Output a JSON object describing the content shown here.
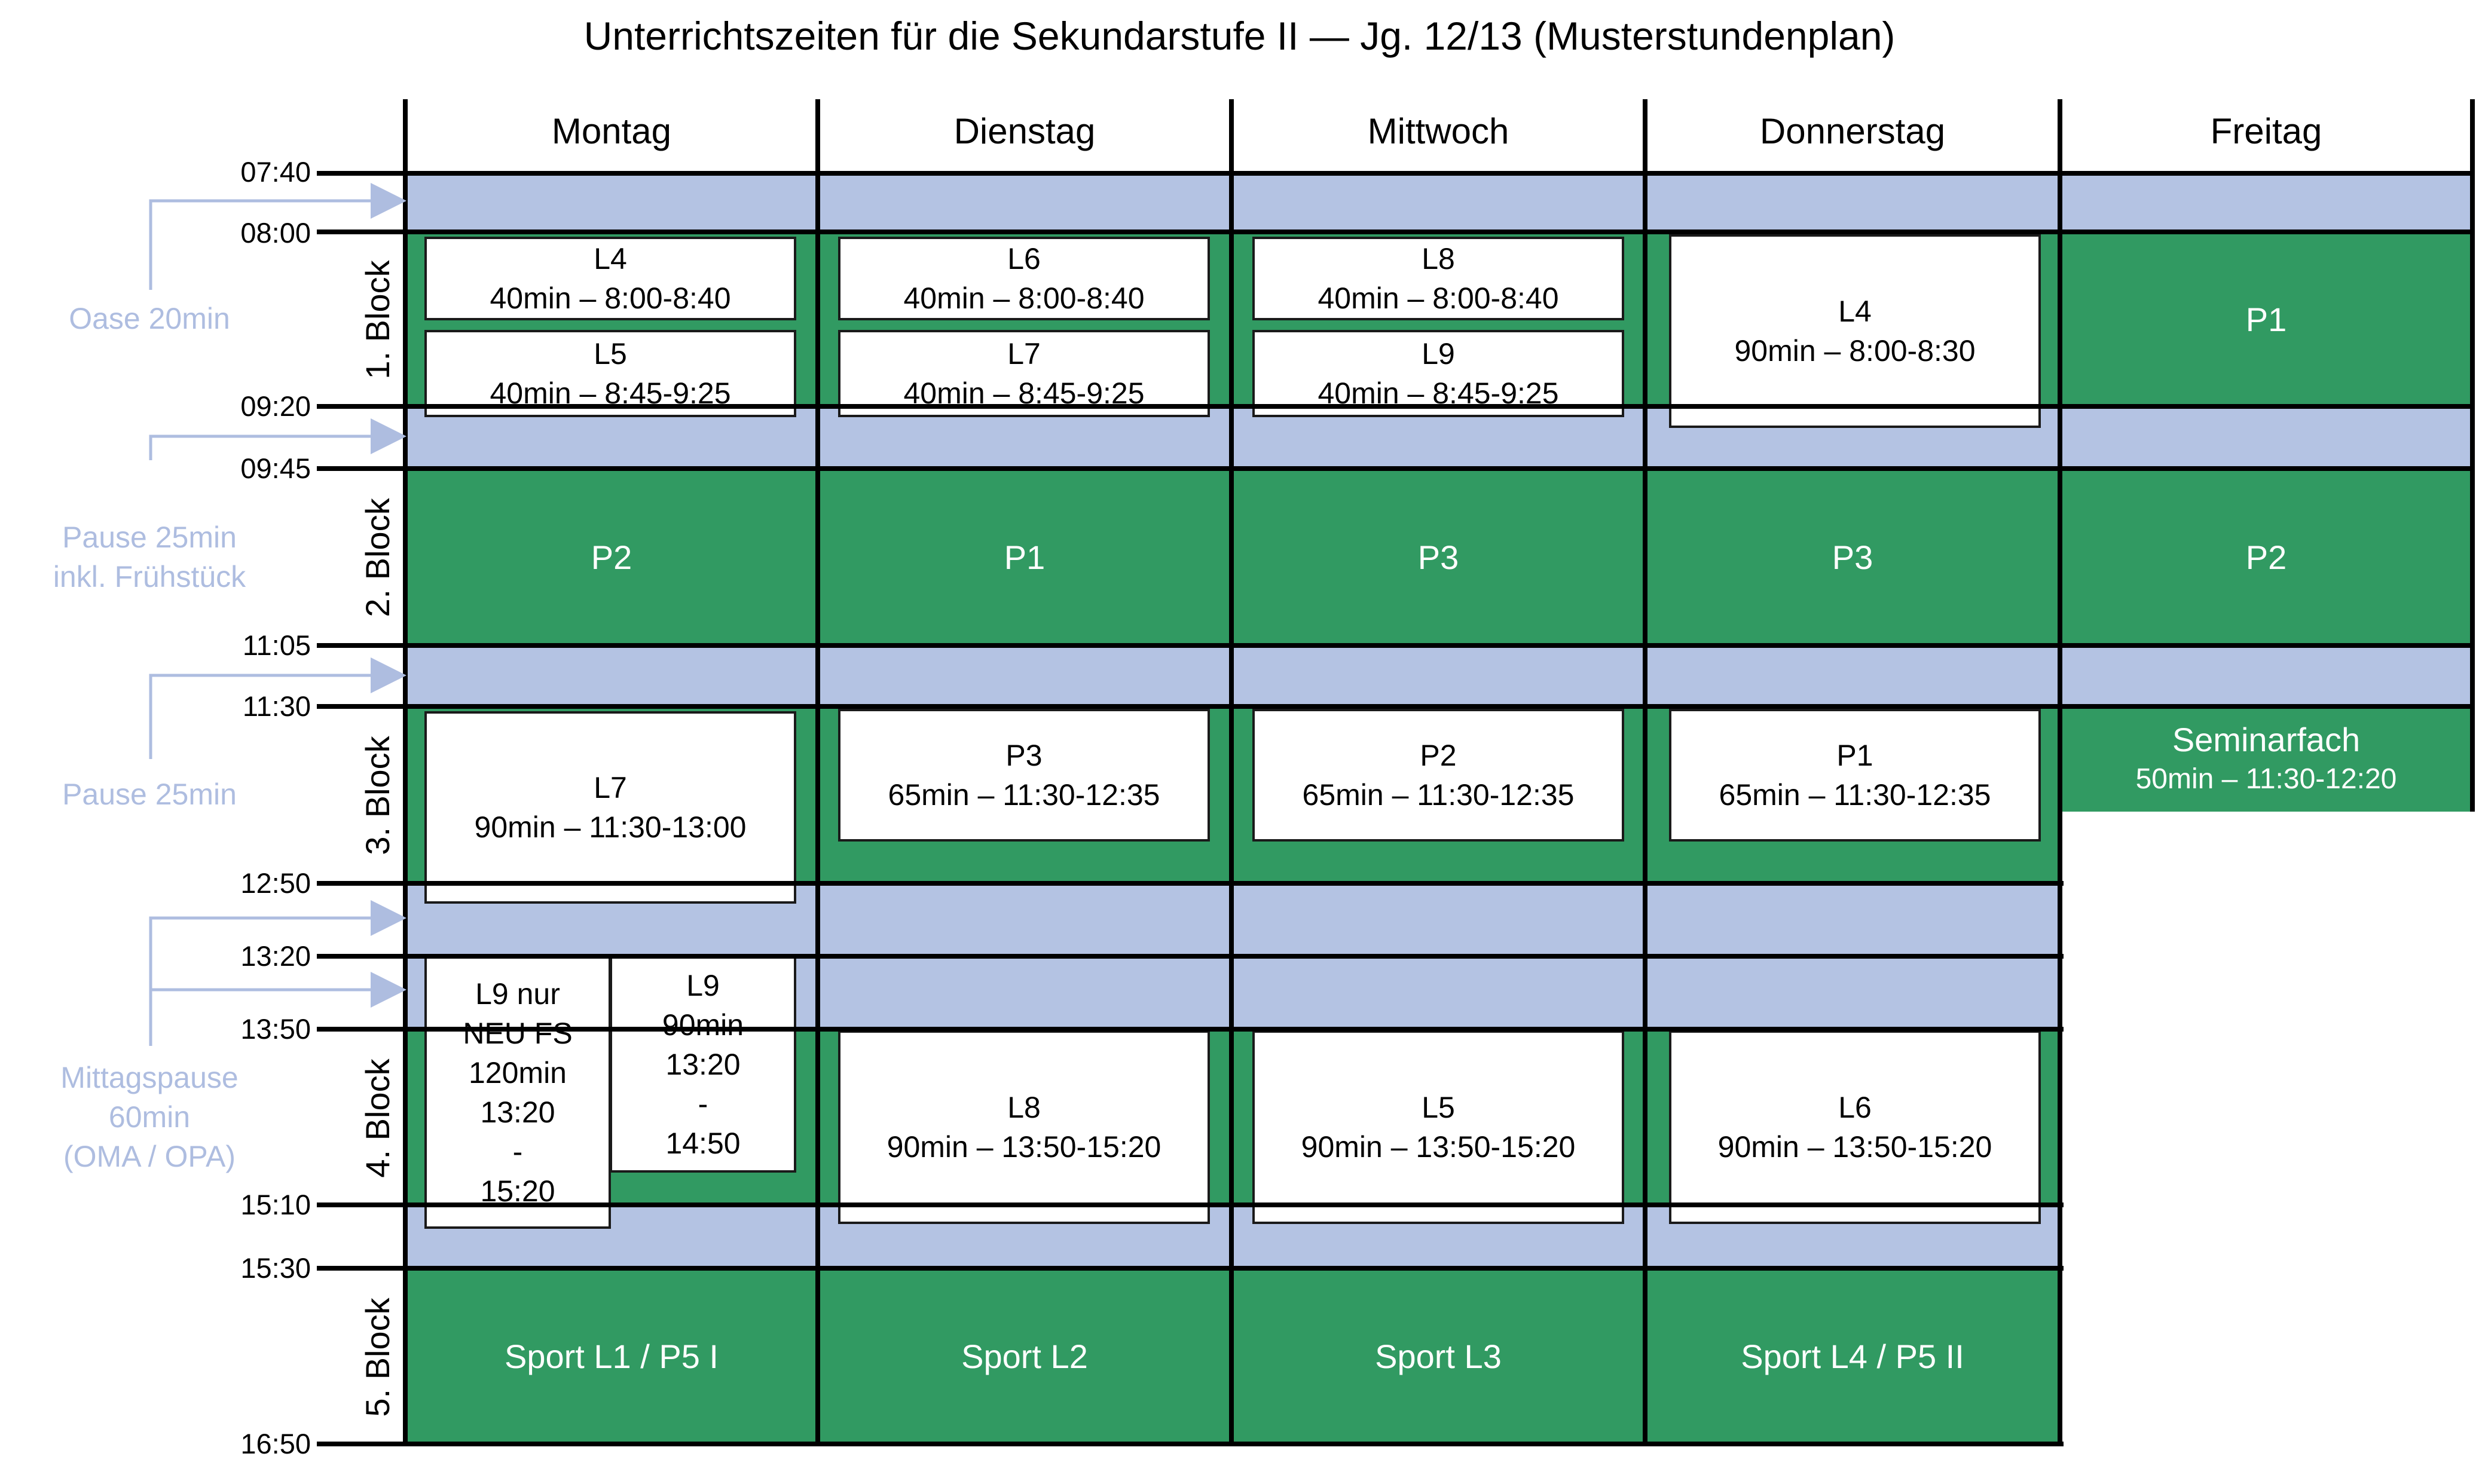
{
  "title": "Unterrichtszeiten für die Sekundarstufe II — Jg. 12/13 (Musterstundenplan)",
  "days": [
    "Montag",
    "Dienstag",
    "Mittwoch",
    "Donnerstag",
    "Freitag"
  ],
  "times": [
    "07:40",
    "08:00",
    "09:20",
    "09:45",
    "11:05",
    "11:30",
    "12:50",
    "13:20",
    "13:50",
    "15:10",
    "15:30",
    "16:50"
  ],
  "blocks": [
    "1. Block",
    "2. Block",
    "3. Block",
    "4. Block",
    "5. Block"
  ],
  "breaks": {
    "oase": "Oase 20min",
    "pause1_line1": "Pause 25min",
    "pause1_line2": "inkl. Frühstück",
    "pause2": "Pause 25min",
    "mittag_line1": "Mittagspause",
    "mittag_line2": "60min",
    "mittag_line3": "(OMA / OPA)"
  },
  "block1": {
    "mon": [
      {
        "name": "L4",
        "detail": "40min – 8:00-8:40"
      },
      {
        "name": "L5",
        "detail": "40min – 8:45-9:25"
      }
    ],
    "tue": [
      {
        "name": "L6",
        "detail": "40min – 8:00-8:40"
      },
      {
        "name": "L7",
        "detail": "40min – 8:45-9:25"
      }
    ],
    "wed": [
      {
        "name": "L8",
        "detail": "40min – 8:00-8:40"
      },
      {
        "name": "L9",
        "detail": "40min – 8:45-9:25"
      }
    ],
    "thu": {
      "name": "L4",
      "detail": "90min – 8:00-8:30"
    },
    "fri": "P1"
  },
  "block2": {
    "mon": "P2",
    "tue": "P1",
    "wed": "P3",
    "thu": "P3",
    "fri": "P2"
  },
  "block3": {
    "mon": {
      "name": "L7",
      "detail": "90min – 11:30-13:00"
    },
    "tue": {
      "name": "P3",
      "detail": "65min – 11:30-12:35"
    },
    "wed": {
      "name": "P2",
      "detail": "65min – 11:30-12:35"
    },
    "thu": {
      "name": "P1",
      "detail": "65min – 11:30-12:35"
    },
    "fri": {
      "name": "Seminarfach",
      "detail": "50min – 11:30-12:20"
    }
  },
  "block4": {
    "mon_a": [
      "L9 nur",
      "NEU FS",
      "120min",
      "13:20",
      "-",
      "15:20"
    ],
    "mon_b": [
      "L9",
      "90min",
      "13:20",
      "-",
      "14:50"
    ],
    "tue": {
      "name": "L8",
      "detail": "90min – 13:50-15:20"
    },
    "wed": {
      "name": "L5",
      "detail": "90min – 13:50-15:20"
    },
    "thu": {
      "name": "L6",
      "detail": "90min – 13:50-15:20"
    }
  },
  "block5": {
    "mon": "Sport L1 / P5 I",
    "tue": "Sport L2",
    "wed": "Sport L3",
    "thu": "Sport L4 / P5 II"
  },
  "colors": {
    "band": "#b4c3e3",
    "green": "#319a62",
    "note": "#aebde0"
  }
}
